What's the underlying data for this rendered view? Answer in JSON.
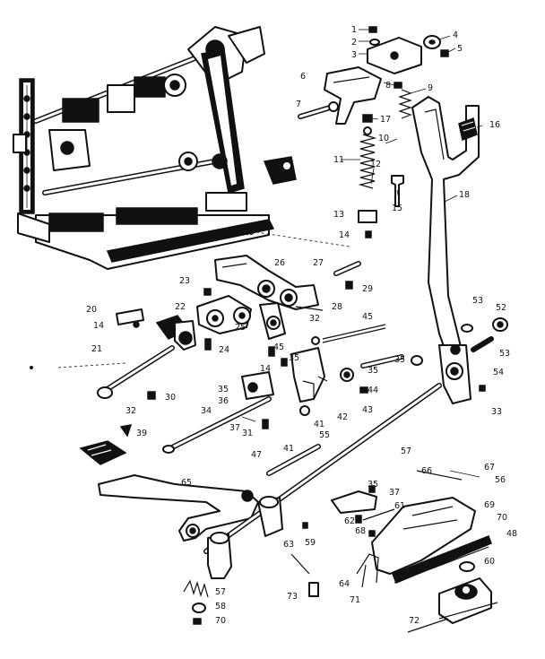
{
  "callouts": [
    {
      "id": "c1",
      "text": "1"
    },
    {
      "id": "c2",
      "text": "2"
    },
    {
      "id": "c3",
      "text": "3"
    },
    {
      "id": "c4",
      "text": "4"
    },
    {
      "id": "c5",
      "text": "5"
    },
    {
      "id": "c6",
      "text": "6"
    },
    {
      "id": "c7",
      "text": "7"
    },
    {
      "id": "c8",
      "text": "8"
    },
    {
      "id": "c9",
      "text": "9"
    },
    {
      "id": "c10",
      "text": "10"
    },
    {
      "id": "c17",
      "text": "17"
    },
    {
      "id": "c16",
      "text": "16"
    },
    {
      "id": "c11",
      "text": "11"
    },
    {
      "id": "c12",
      "text": "12"
    },
    {
      "id": "c13",
      "text": "13"
    },
    {
      "id": "c14a",
      "text": "14"
    },
    {
      "id": "c15",
      "text": "15"
    },
    {
      "id": "c18",
      "text": "18"
    },
    {
      "id": "c19",
      "text": "19"
    },
    {
      "id": "c26",
      "text": "26"
    },
    {
      "id": "c27",
      "text": "27"
    },
    {
      "id": "c29",
      "text": "29"
    },
    {
      "id": "c28",
      "text": "28"
    },
    {
      "id": "c23",
      "text": "23"
    },
    {
      "id": "c20",
      "text": "20"
    },
    {
      "id": "c22",
      "text": "22"
    },
    {
      "id": "c14b",
      "text": "14"
    },
    {
      "id": "c21",
      "text": "21"
    },
    {
      "id": "c24",
      "text": "24"
    },
    {
      "id": "c25",
      "text": "25"
    },
    {
      "id": "c32a",
      "text": "32"
    },
    {
      "id": "c45a",
      "text": "45"
    },
    {
      "id": "c45b",
      "text": "45"
    },
    {
      "id": "c14c",
      "text": "14"
    },
    {
      "id": "c35a",
      "text": "35"
    },
    {
      "id": "c35b",
      "text": "35"
    },
    {
      "id": "c35c",
      "text": "35"
    },
    {
      "id": "c35d",
      "text": "35"
    },
    {
      "id": "c44",
      "text": "44"
    },
    {
      "id": "c43",
      "text": "43"
    },
    {
      "id": "c42",
      "text": "42"
    },
    {
      "id": "c41",
      "text": "41"
    },
    {
      "id": "c36",
      "text": "36"
    },
    {
      "id": "c30",
      "text": "30"
    },
    {
      "id": "c34",
      "text": "34"
    },
    {
      "id": "c37",
      "text": "37"
    },
    {
      "id": "c31",
      "text": "31"
    },
    {
      "id": "c32b",
      "text": "32"
    },
    {
      "id": "c39",
      "text": "39"
    },
    {
      "id": "c47",
      "text": "47"
    },
    {
      "id": "c41b",
      "text": "41"
    },
    {
      "id": "c55",
      "text": "55"
    },
    {
      "id": "c57",
      "text": "57"
    },
    {
      "id": "c53a",
      "text": "53"
    },
    {
      "id": "c52",
      "text": "52"
    },
    {
      "id": "c53b",
      "text": "53"
    },
    {
      "id": "c54",
      "text": "54"
    },
    {
      "id": "c33",
      "text": "33"
    },
    {
      "id": "c65",
      "text": "65"
    },
    {
      "id": "c66",
      "text": "66"
    },
    {
      "id": "c67",
      "text": "67"
    },
    {
      "id": "c56",
      "text": "56"
    },
    {
      "id": "c35e",
      "text": "35"
    },
    {
      "id": "c37b",
      "text": "37"
    },
    {
      "id": "c61",
      "text": "61"
    },
    {
      "id": "c62",
      "text": "62"
    },
    {
      "id": "c68",
      "text": "68"
    },
    {
      "id": "c69",
      "text": "69"
    },
    {
      "id": "c70a",
      "text": "70"
    },
    {
      "id": "c48",
      "text": "48"
    },
    {
      "id": "c59",
      "text": "59"
    },
    {
      "id": "c63",
      "text": "63"
    },
    {
      "id": "c64",
      "text": "64"
    },
    {
      "id": "c71",
      "text": "71"
    },
    {
      "id": "c60",
      "text": "60"
    },
    {
      "id": "c73",
      "text": "73"
    },
    {
      "id": "c57b",
      "text": "57"
    },
    {
      "id": "c58",
      "text": "58"
    },
    {
      "id": "c70b",
      "text": "70"
    },
    {
      "id": "c72",
      "text": "72"
    }
  ]
}
